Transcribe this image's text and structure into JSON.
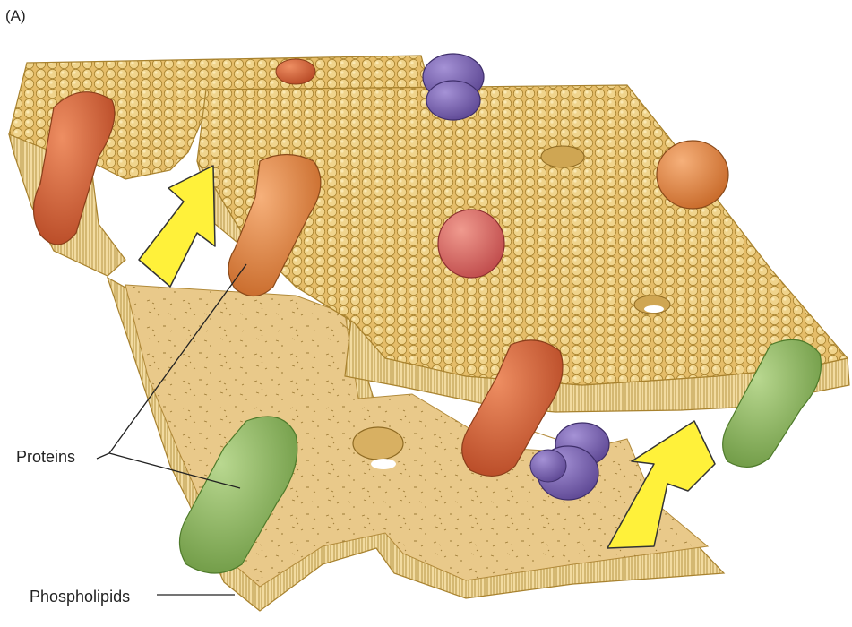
{
  "panel_label": "(A)",
  "labels": {
    "proteins": "Proteins",
    "phospholipids": "Phospholipids"
  },
  "colors": {
    "membrane_head": "#e8c373",
    "membrane_interior": "#e9c98a",
    "arrow": "#fff13a",
    "protein_orange": "#e98a45",
    "protein_red_orange": "#d8643c",
    "protein_purple": "#8066b6",
    "protein_pink": "#d96a66",
    "protein_green": "#8fb866"
  },
  "icons": [
    "up-arrow",
    "membrane-protein",
    "phospholipid-bilayer"
  ]
}
